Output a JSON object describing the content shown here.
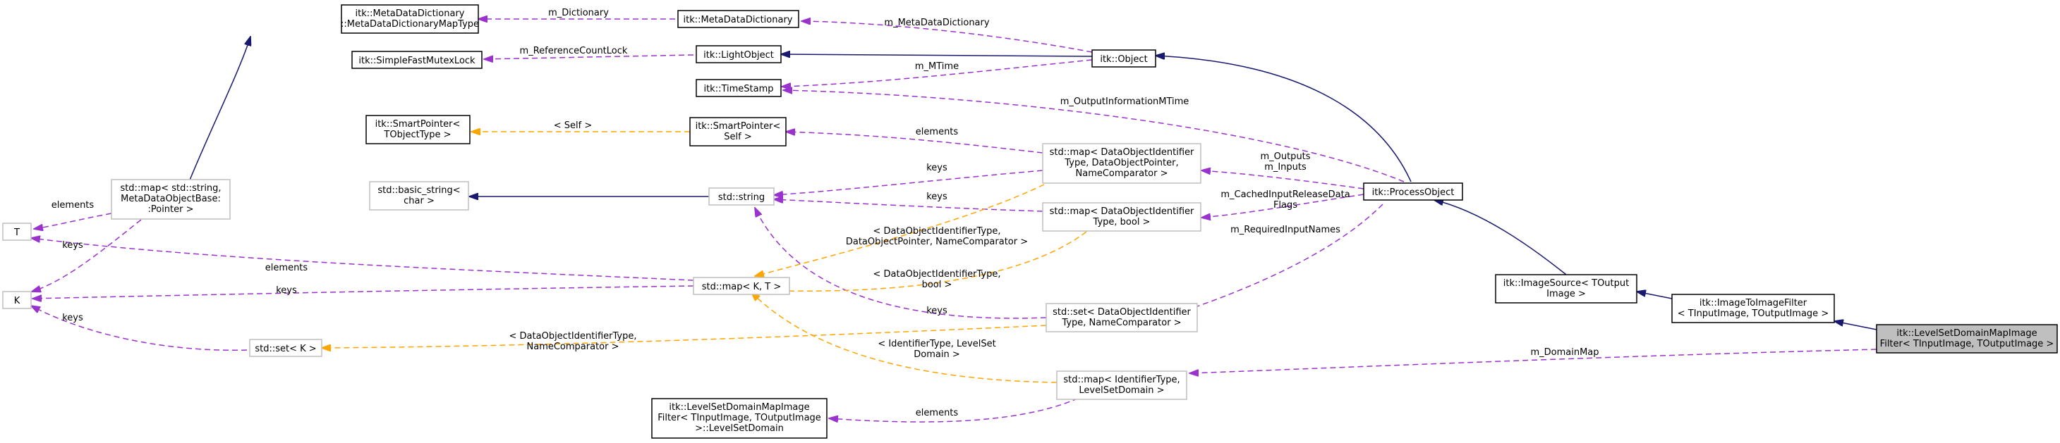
{
  "nodes": {
    "mddict_map": [
      "itk::MetaDataDictionary",
      "::MetaDataDictionaryMapType"
    ],
    "mddict": [
      "itk::MetaDataDictionary"
    ],
    "mutex": [
      "itk::SimpleFastMutexLock"
    ],
    "lightobj": [
      "itk::LightObject"
    ],
    "object": [
      "itk::Object"
    ],
    "timestamp": [
      "itk::TimeStamp"
    ],
    "smartptr_t": [
      "itk::SmartPointer<",
      "TObjectType >"
    ],
    "smartptr_self": [
      "itk::SmartPointer<",
      "Self >"
    ],
    "basic_string": [
      "std::basic_string<",
      "char >"
    ],
    "string": [
      "std::string"
    ],
    "map_str": [
      "std::map< std::string,",
      "MetaDataObjectBase:",
      ":Pointer >"
    ],
    "t": [
      "T"
    ],
    "k": [
      "K"
    ],
    "map_kt": [
      "std::map< K, T >"
    ],
    "set_k": [
      "std::set< K >"
    ],
    "map_dop": [
      "std::map< DataObjectIdentifier",
      "Type, DataObjectPointer,",
      "NameComparator >"
    ],
    "map_dob": [
      "std::map< DataObjectIdentifier",
      "Type, bool >"
    ],
    "set_doi": [
      "std::set< DataObjectIdentifier",
      "Type, NameComparator >"
    ],
    "map_lsd": [
      "std::map< IdentifierType,",
      "LevelSetDomain >"
    ],
    "lsd": [
      "itk::LevelSetDomainMapImage",
      "Filter< TInputImage, TOutputImage",
      ">::LevelSetDomain"
    ],
    "processobj": [
      "itk::ProcessObject"
    ],
    "imgsource": [
      "itk::ImageSource< TOutput",
      "Image >"
    ],
    "img2img": [
      "itk::ImageToImageFilter",
      "< TInputImage, TOutputImage >"
    ],
    "focus": [
      "itk::LevelSetDomainMapImage",
      "Filter< TInputImage, TOutputImage >"
    ]
  },
  "edge_labels": {
    "m_dictionary": [
      "m_Dictionary"
    ],
    "m_metadatadictionary": [
      "m_MetaDataDictionary"
    ],
    "m_referencecountlock": [
      "m_ReferenceCountLock"
    ],
    "m_mtime": [
      "m_MTime"
    ],
    "m_outputinformationmtime": [
      "m_OutputInformationMTime"
    ],
    "self": [
      "< Self >"
    ],
    "elements_sp": [
      "elements"
    ],
    "keys_dop": [
      "keys"
    ],
    "keys_dob": [
      "keys"
    ],
    "m_outputs_inputs": [
      "m_Outputs",
      "m_Inputs"
    ],
    "m_cachedinput": [
      "m_CachedInputReleaseData",
      "Flags"
    ],
    "m_requiredinputnames": [
      "m_RequiredInputNames"
    ],
    "elements_t_mapstr": [
      "elements"
    ],
    "keys_k_mapstr": [
      "keys"
    ],
    "elements_t_mapkt": [
      "elements"
    ],
    "keys_k_mapkt": [
      "keys"
    ],
    "keys_k_setk": [
      "keys"
    ],
    "tmpl_dop": [
      "< DataObjectIdentifierType,",
      "DataObjectPointer, NameComparator >"
    ],
    "tmpl_dob": [
      "< DataObjectIdentifierType,",
      "bool >"
    ],
    "keys_setdoi": [
      "keys"
    ],
    "tmpl_setdoi": [
      "< DataObjectIdentifierType,",
      "NameComparator >"
    ],
    "tmpl_lsd": [
      "< IdentifierType, LevelSet",
      "Domain >"
    ],
    "m_domainmap": [
      "m_DomainMap"
    ],
    "elements_lsd": [
      "elements"
    ]
  },
  "colors": {
    "inheritance": "#191970",
    "usage": "#9a32cd",
    "template": "#ffa500",
    "focus_fill": "#bfbfbf"
  }
}
